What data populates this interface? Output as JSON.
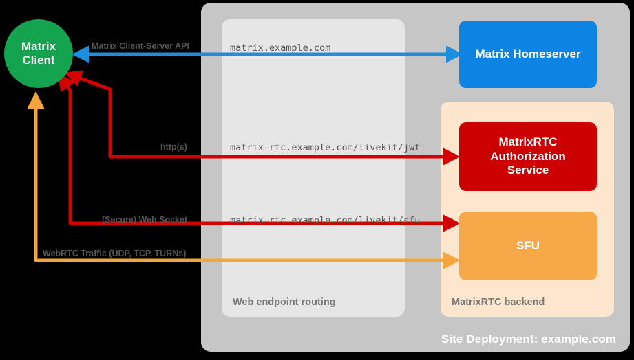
{
  "diagram": {
    "title_label": "Site Deployment: example.com",
    "background_color": "#000000"
  },
  "containers": {
    "site_deployment": {
      "label": "Site Deployment: example.com",
      "color": "#c6c6c6"
    },
    "web_routing": {
      "label": "Web endpoint routing",
      "color": "#e6e6e6"
    },
    "rtc_backend": {
      "label": "MatrixRTC backend",
      "color": "#fce6cd"
    }
  },
  "client": {
    "line1": "Matrix",
    "line2": "Client",
    "color": "#14a34f"
  },
  "nodes": [
    {
      "name": "matrix-homeserver",
      "label": "Matrix Homeserver",
      "color": "#0c84e4"
    },
    {
      "name": "matrixrtc-authorization-service",
      "label": "MatrixRTC Authorization Service",
      "line1": "MatrixRTC",
      "line2": "Authorization",
      "line3": "Service",
      "color": "#cc0000"
    },
    {
      "name": "sfu",
      "label": "SFU",
      "color": "#f7a94a"
    }
  ],
  "endpoints": [
    {
      "name": "matrix-endpoint",
      "url": "matrix.example.com"
    },
    {
      "name": "jwt-endpoint",
      "url": "matrix-rtc.example.com/livekit/jwt"
    },
    {
      "name": "sfu-endpoint",
      "url": "matrix-rtc.example.com/livekit/sfu"
    }
  ],
  "flows": [
    {
      "name": "matrix-client-server-api",
      "label": "Matrix Client-Server API",
      "color": "#1a8fe0",
      "direction": "to-client"
    },
    {
      "name": "https-flow",
      "label": "http(s)",
      "color": "#d40000",
      "direction": "to-client"
    },
    {
      "name": "secure-web-socket-flow",
      "label": "(Secure) Web Socket",
      "color": "#d40000",
      "direction": "to-client"
    },
    {
      "name": "webrtc-traffic-flow",
      "label": "WebRTC Traffic (UDP, TCP, TURNs)",
      "color": "#f6a43c",
      "direction": "to-client"
    }
  ]
}
